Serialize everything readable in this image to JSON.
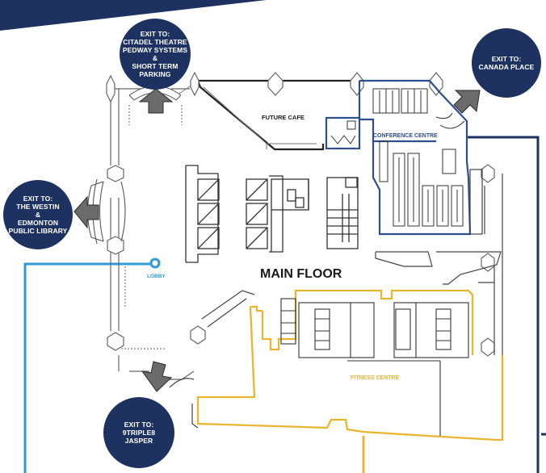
{
  "map": {
    "floor_label": "MAIN FLOOR",
    "rooms": {
      "future_cafe": "FUTURE CAFE",
      "conference_centre": "CONFERENCE CENTRE",
      "fitness_centre": "FITNESS CENTRE",
      "lobby": "LOBBY"
    },
    "exits": {
      "citadel": [
        "EXIT TO:",
        "CITADEL THEATRE",
        "PEDWAY SYSTEMS",
        "&",
        "SHORT TERM",
        "PARKING"
      ],
      "canada_place": [
        "EXIT TO:",
        "CANADA PLACE"
      ],
      "westin": [
        "EXIT TO:",
        "THE WESTIN",
        "&",
        "EDMONTON",
        "PUBLIC LIBRARY"
      ],
      "jasper": [
        "EXIT TO:",
        "9TRIPLE8",
        "JASPER"
      ]
    },
    "colors": {
      "navy": "#1d3260",
      "route_blue": "#2e9ad6",
      "conference_blue": "#2d4e8f",
      "fitness_yellow": "#e8b530",
      "wall_dark": "#222222",
      "wall_gray": "#7a7a7a",
      "arrow_gray": "#6b6b6b"
    }
  }
}
